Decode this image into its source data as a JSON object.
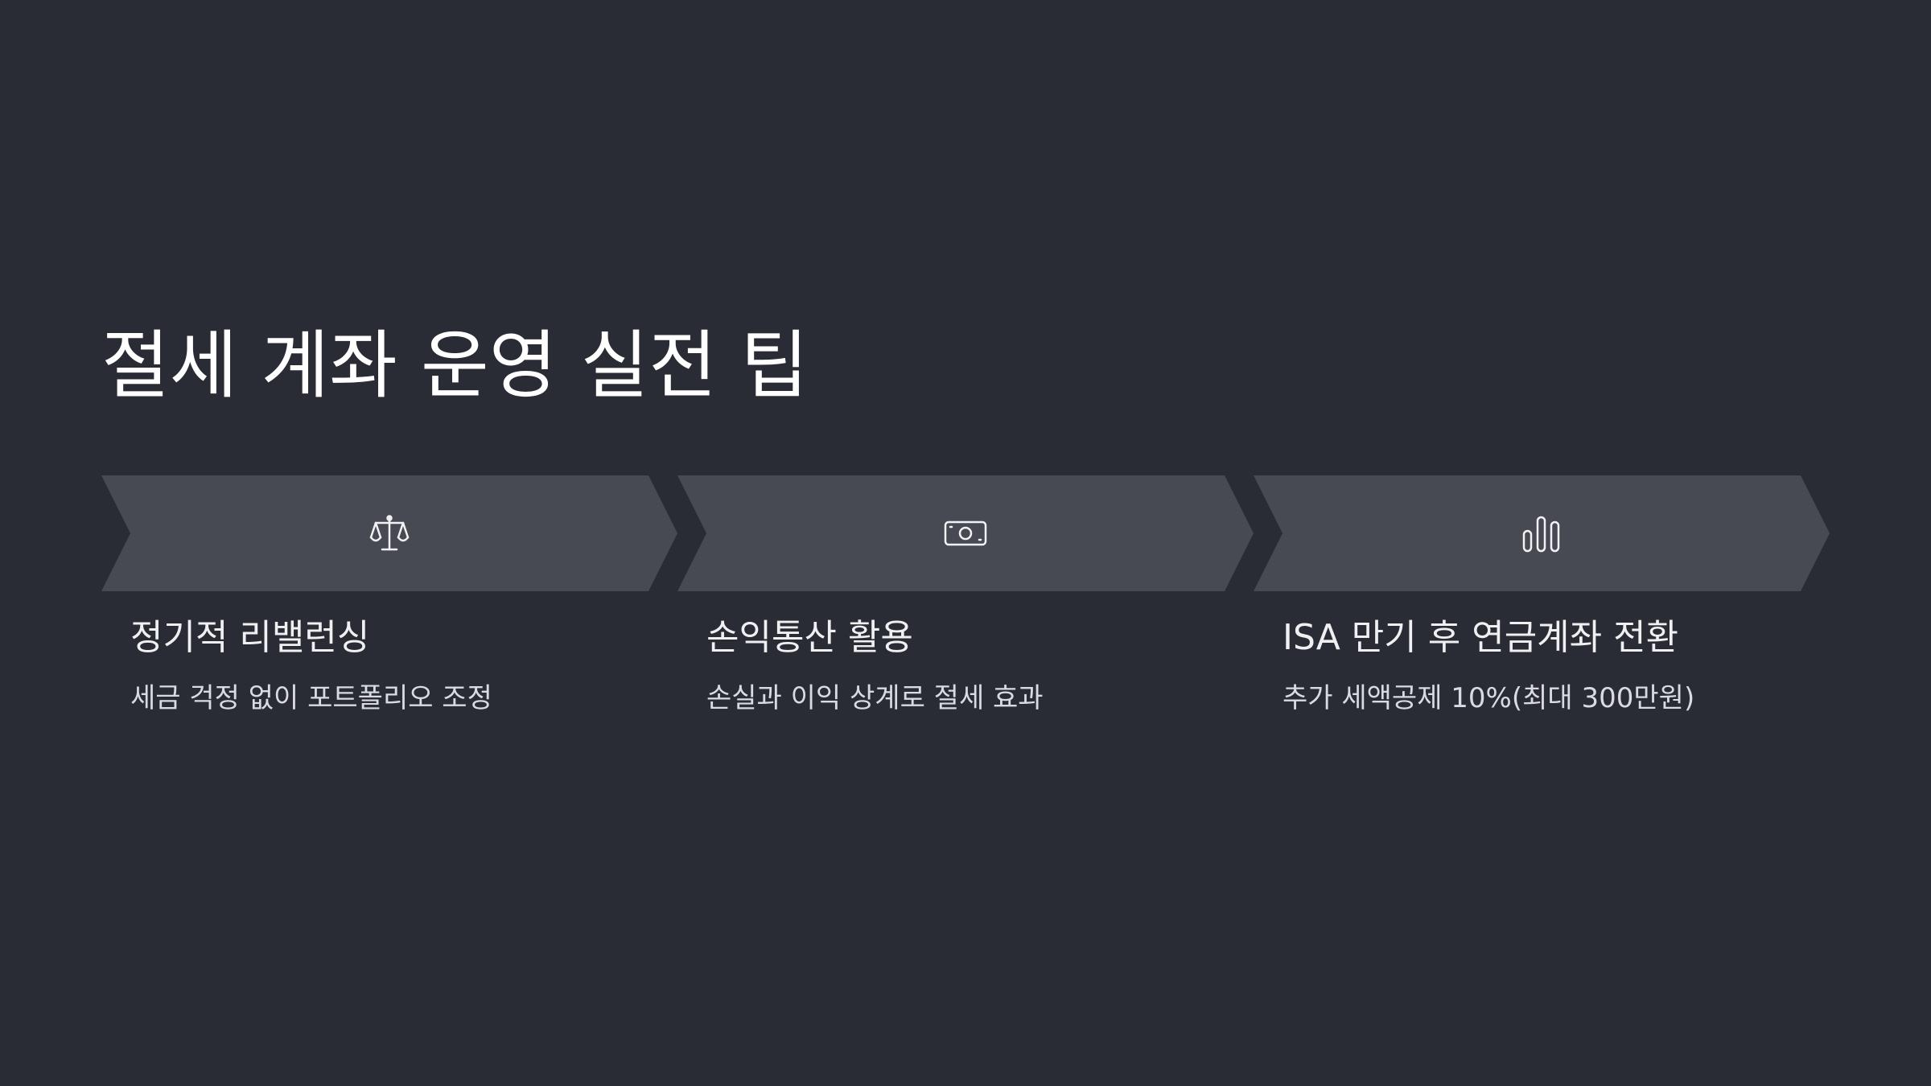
{
  "slide": {
    "title": "절세 계좌 운영 실전 팁"
  },
  "steps": [
    {
      "icon": "balance-scale-icon",
      "title": "정기적 리밸런싱",
      "description": "세금 걱정 없이 포트폴리오 조정"
    },
    {
      "icon": "banknote-icon",
      "title": "손익통산 활용",
      "description": "손실과 이익 상계로 절세 효과"
    },
    {
      "icon": "bar-chart-icon",
      "title": "ISA 만기 후 연금계좌 전환",
      "description": "추가 세액공제 10%(최대 300만원)"
    }
  ],
  "colors": {
    "background": "#292c34",
    "chevron": "#474a53",
    "title_text": "#ffffff",
    "body_text": "#f0f0f2",
    "description_text": "#d9dbe1",
    "icon_stroke": "#f2f2f4"
  }
}
